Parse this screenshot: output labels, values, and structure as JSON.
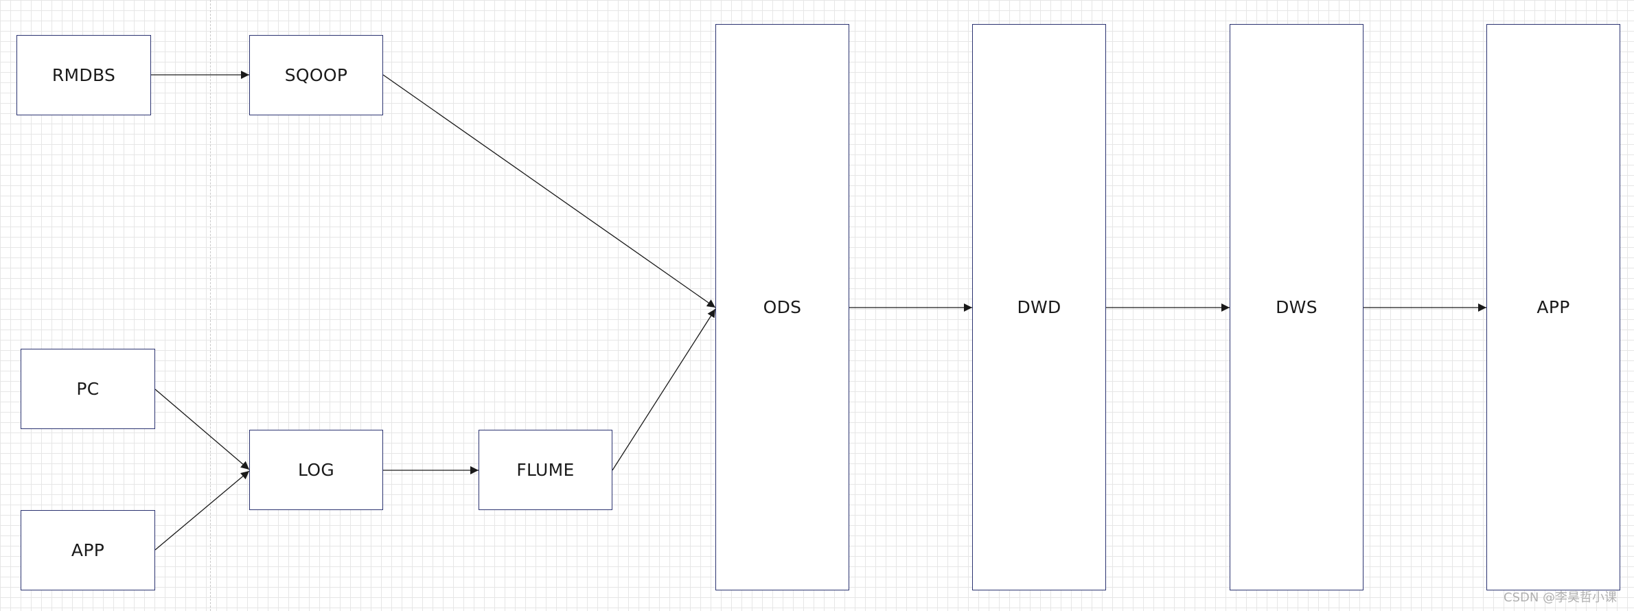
{
  "nodes": {
    "rmdbs": "RMDBS",
    "sqoop": "SQOOP",
    "pc": "PC",
    "app_source": "APP",
    "log": "LOG",
    "flume": "FLUME",
    "ods": "ODS",
    "dwd": "DWD",
    "dws": "DWS",
    "app_layer": "APP"
  },
  "edges": [
    {
      "from": "RMDBS",
      "to": "SQOOP"
    },
    {
      "from": "SQOOP",
      "to": "ODS"
    },
    {
      "from": "PC",
      "to": "LOG"
    },
    {
      "from": "APP",
      "to": "LOG"
    },
    {
      "from": "LOG",
      "to": "FLUME"
    },
    {
      "from": "FLUME",
      "to": "ODS"
    },
    {
      "from": "ODS",
      "to": "DWD"
    },
    {
      "from": "DWD",
      "to": "DWS"
    },
    {
      "from": "DWS",
      "to": "APP"
    }
  ],
  "colors": {
    "node_border": "#2a3270",
    "edge": "#1a1a1a",
    "grid": "#e6e6e6"
  },
  "watermark": "CSDN @李昊哲小课"
}
